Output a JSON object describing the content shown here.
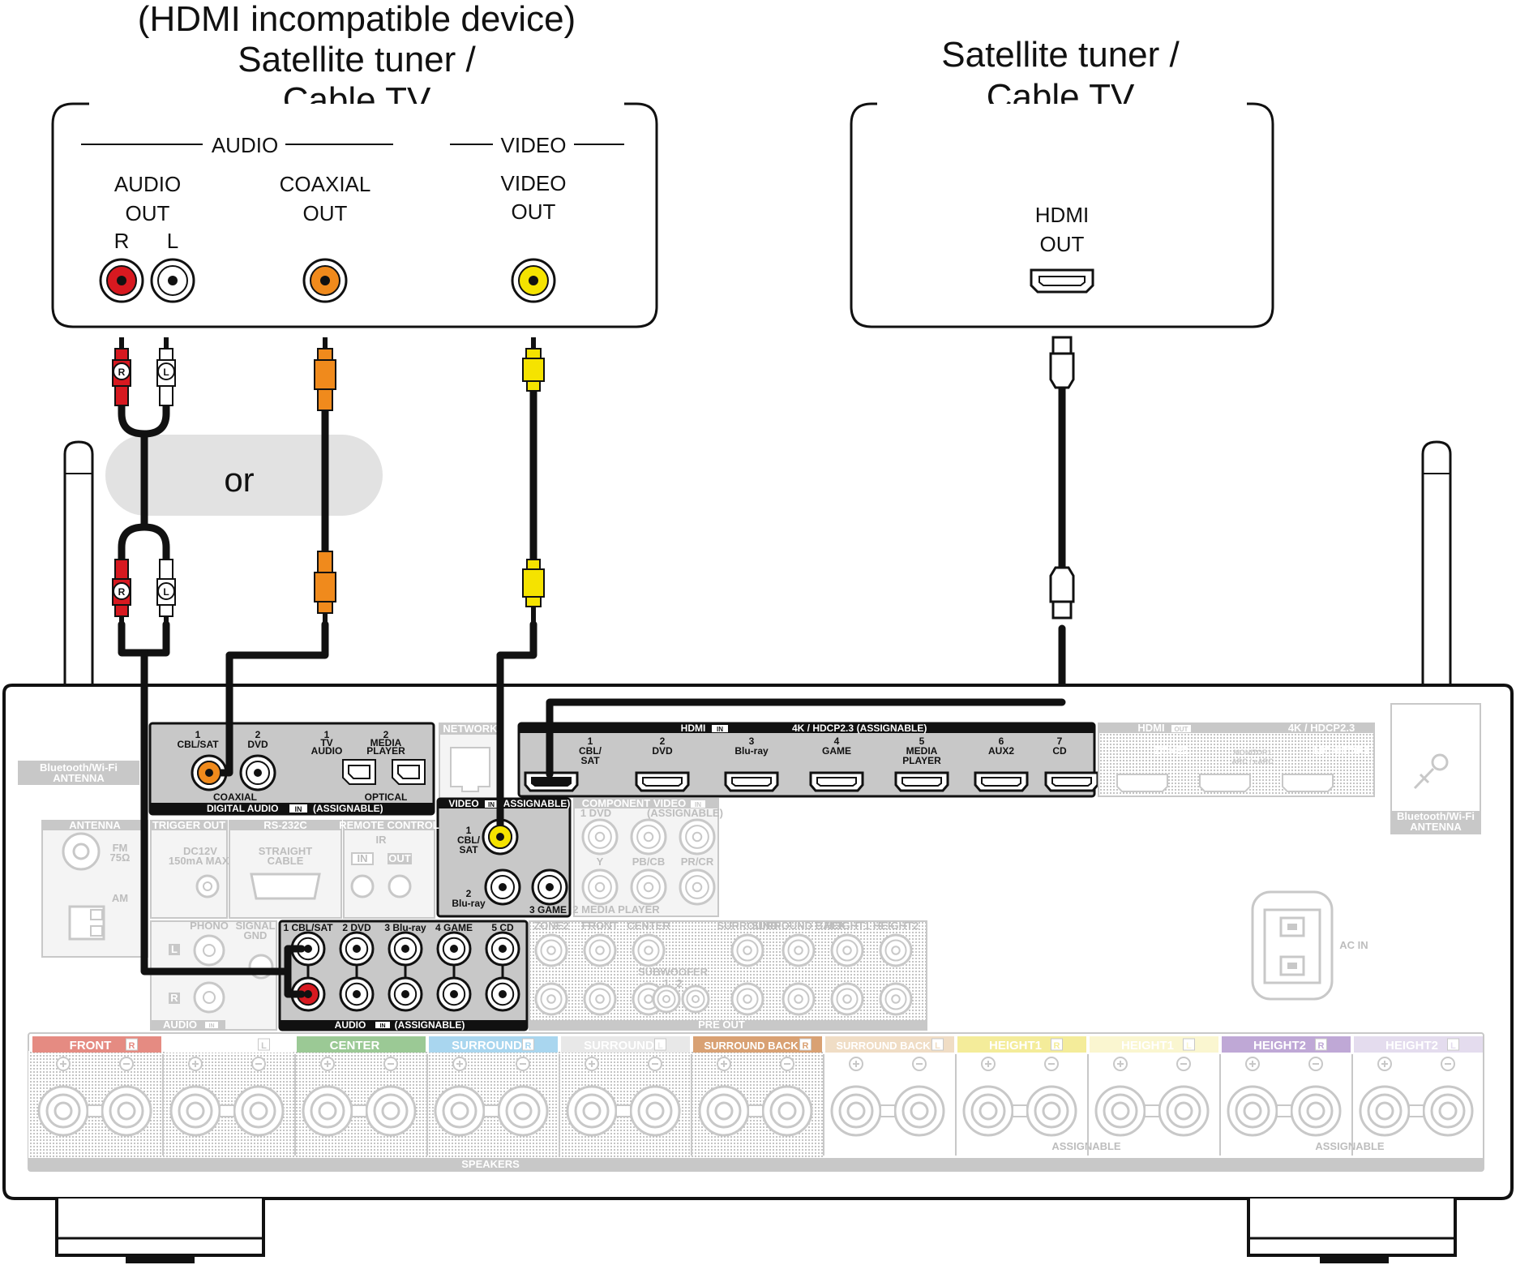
{
  "left_device": {
    "title_line1": "(HDMI incompatible device)",
    "title_line2": "Satellite tuner /",
    "title_line3": "Cable TV",
    "audio_group": "AUDIO",
    "video_group": "VIDEO",
    "audio_out_line1": "AUDIO",
    "audio_out_line2": "OUT",
    "coaxial_out_line1": "COAXIAL",
    "coaxial_out_line2": "OUT",
    "video_out_line1": "VIDEO",
    "video_out_line2": "OUT",
    "channel_r": "R",
    "channel_l": "L"
  },
  "right_device": {
    "title_line1": "Satellite tuner /",
    "title_line2": "Cable TV",
    "hdmi_out_line1": "HDMI",
    "hdmi_out_line2": "OUT"
  },
  "or_label": "or",
  "plug_r": "R",
  "plug_l": "L",
  "receiver": {
    "digital_audio": {
      "header": "DIGITAL AUDIO",
      "in_badge": "IN",
      "assignable": "(ASSIGNABLE)",
      "coaxial": "COAXIAL",
      "optical": "OPTICAL",
      "port1_num": "1",
      "port1_name": "CBL/SAT",
      "port2_num": "2",
      "port2_name": "DVD",
      "opt1_num": "1",
      "opt1_name_a": "TV",
      "opt1_name_b": "AUDIO",
      "opt2_num": "2",
      "opt2_name_a": "MEDIA",
      "opt2_name_b": "PLAYER"
    },
    "hdmi_in": {
      "header_left": "HDMI",
      "in_badge": "IN",
      "header_right": "4K / HDCP2.3",
      "assignable": "(ASSIGNABLE)",
      "ports": [
        {
          "num": "1",
          "name_a": "CBL/",
          "name_b": "SAT"
        },
        {
          "num": "2",
          "name_a": "DVD",
          "name_b": ""
        },
        {
          "num": "3",
          "name_a": "Blu-ray",
          "name_b": ""
        },
        {
          "num": "4",
          "name_a": "GAME",
          "name_b": ""
        },
        {
          "num": "5",
          "name_a": "MEDIA",
          "name_b": "PLAYER"
        },
        {
          "num": "6",
          "name_a": "AUX2",
          "name_b": ""
        },
        {
          "num": "7",
          "name_a": "CD",
          "name_b": ""
        }
      ]
    },
    "hdmi_out": {
      "header_left": "HDMI",
      "out_badge": "OUT",
      "header_right": "4K / HDCP2.3",
      "zone2": "ZONE2",
      "monitor1_a": "MONITOR1",
      "monitor1_b": "ARC / eARC",
      "monitor2": "MONITOR2"
    },
    "network": "NETWORK",
    "video_in": {
      "header": "VIDEO",
      "in_badge": "IN",
      "assignable": "(ASSIGNABLE)",
      "port1_num": "1",
      "port1_a": "CBL/",
      "port1_b": "SAT",
      "port2_num": "2",
      "port2_name": "Blu-ray",
      "port3": "3 GAME"
    },
    "component_video": {
      "header": "COMPONENT VIDEO",
      "in_badge": "IN",
      "assignable": "(ASSIGNABLE)",
      "dvd": "1 DVD",
      "media_player": "2 MEDIA PLAYER",
      "y": "Y",
      "pb": "PB/CB",
      "pr": "PR/CR"
    },
    "antenna": {
      "header": "ANTENNA",
      "fm": "FM",
      "fm_ohm": "75Ω",
      "am": "AM"
    },
    "bt_antenna_left_a": "Bluetooth/Wi-Fi",
    "bt_antenna_left_b": "ANTENNA",
    "bt_antenna_right_a": "Bluetooth/Wi-Fi",
    "bt_antenna_right_b": "ANTENNA",
    "trigger_out": {
      "header": "TRIGGER OUT",
      "line1": "DC12V",
      "line2": "150mA MAX."
    },
    "rs232c": {
      "header": "RS-232C",
      "line1": "STRAIGHT",
      "line2": "CABLE"
    },
    "remote_control": {
      "header": "REMOTE CONTROL",
      "ir": "IR",
      "in": "IN",
      "out": "OUT"
    },
    "phono": {
      "label": "PHONO",
      "l": "L",
      "r": "R",
      "signal_a": "SIGNAL",
      "signal_b": "GND"
    },
    "audio_in": {
      "inputs": [
        "1 CBL/SAT",
        "2 DVD",
        "3 Blu-ray",
        "4 GAME",
        "5 CD"
      ],
      "footer": "AUDIO",
      "in_badge": "IN",
      "assignable": "(ASSIGNABLE)",
      "left_footer": "AUDIO",
      "left_in_badge": "IN"
    },
    "pre_out": {
      "zone2": "ZONE2",
      "front": "FRONT",
      "center": "CENTER",
      "surround": "SURROUND",
      "surround_back": "SURROUND BACK",
      "height1": "HEIGHT1",
      "height2": "HEIGHT2",
      "subwoofer": "SUBWOOFER",
      "sub1": "1",
      "sub2": "2",
      "footer": "PRE OUT"
    },
    "ac_in": "AC IN",
    "speakers": {
      "footer": "SPEAKERS",
      "assignable_1": "ASSIGNABLE",
      "assignable_2": "ASSIGNABLE",
      "channels": [
        {
          "label": "FRONT",
          "side": "R",
          "color": "#e58b82"
        },
        {
          "label": "FRONT",
          "side": "L",
          "color": "#ffffff"
        },
        {
          "label": "CENTER",
          "side": "",
          "color": "#9bc995"
        },
        {
          "label": "SURROUND",
          "side": "R",
          "color": "#a9d6ef"
        },
        {
          "label": "SURROUND",
          "side": "L",
          "color": "#e8e8e8"
        },
        {
          "label": "SURROUND BACK",
          "side": "R",
          "color": "#d9a173"
        },
        {
          "label": "SURROUND BACK",
          "side": "L",
          "color": "#f0ddc5"
        },
        {
          "label": "HEIGHT1",
          "side": "R",
          "color": "#f4ec9a"
        },
        {
          "label": "HEIGHT1",
          "side": "L",
          "color": "#faf6d0"
        },
        {
          "label": "HEIGHT2",
          "side": "R",
          "color": "#bfa8d6"
        },
        {
          "label": "HEIGHT2",
          "side": "L",
          "color": "#e4dcee"
        }
      ]
    }
  },
  "colors": {
    "red": "#d71920",
    "white": "#ffffff",
    "orange": "#f08a1c",
    "yellow": "#f5e300",
    "cable": "#111111",
    "panel_dark": "#c8c8c8",
    "panel_light": "#f4f4f4",
    "ghost": "#c8c8c8",
    "or_bubble": "#e2e2e2"
  }
}
